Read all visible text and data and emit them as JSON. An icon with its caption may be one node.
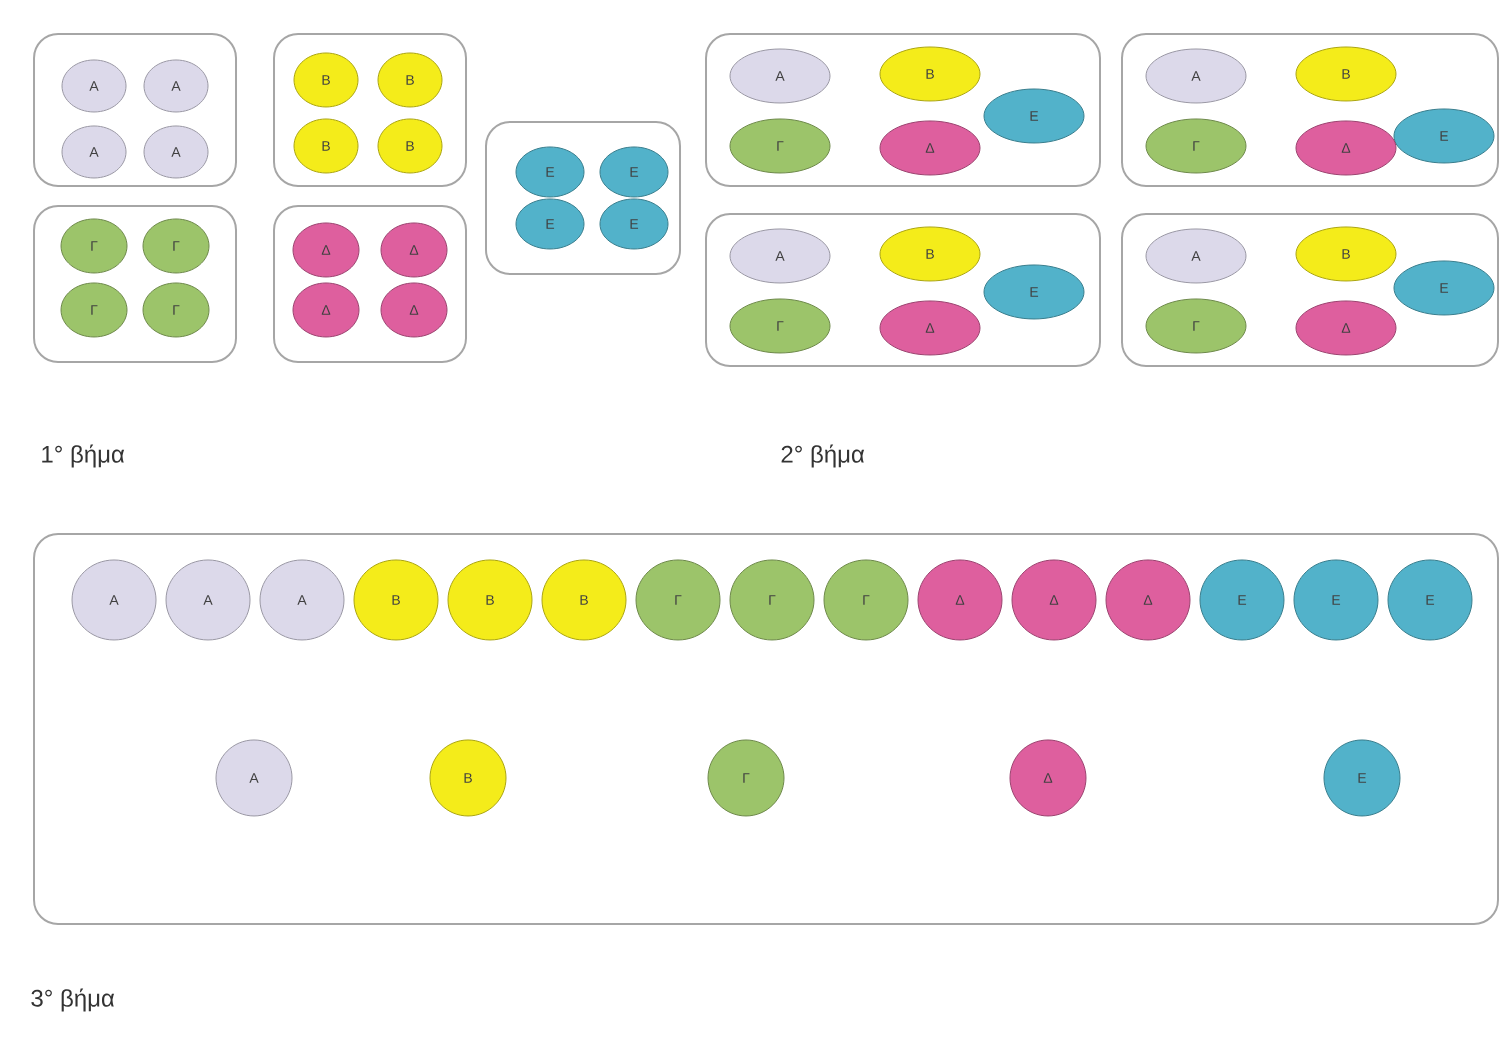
{
  "diagram": {
    "nodes": [
      {
        "text": [],
        "shape": "box"
      },
      {
        "text": [
          "Α"
        ],
        "in": 0
      },
      {
        "text": [
          "Α"
        ],
        "in": 0
      },
      {
        "text": [
          "Α"
        ],
        "in": 0
      },
      {
        "text": [
          "Α"
        ],
        "in": 0
      },
      {
        "text": [],
        "shape": "box"
      },
      {
        "text": [
          "Β"
        ],
        "in": 5
      },
      {
        "text": [
          "Β"
        ],
        "in": 5
      },
      {
        "text": [
          "Β"
        ],
        "in": 5
      },
      {
        "text": [
          "Β"
        ],
        "in": 5
      },
      {
        "text": [],
        "shape": "box"
      },
      {
        "text": [
          "Γ"
        ],
        "in": 10
      },
      {
        "text": [
          "Γ"
        ],
        "in": 10
      },
      {
        "text": [
          "Γ"
        ],
        "in": 10
      },
      {
        "text": [
          "Γ"
        ],
        "in": 10
      },
      {
        "text": [],
        "shape": "box"
      },
      {
        "text": [
          "Δ"
        ],
        "in": 15
      },
      {
        "text": [
          "Δ"
        ],
        "in": 15
      },
      {
        "text": [
          "Δ"
        ],
        "in": 15
      },
      {
        "text": [
          "Δ"
        ],
        "in": 15
      },
      {
        "text": [],
        "shape": "box"
      },
      {
        "text": [
          "Ε"
        ],
        "in": 20
      },
      {
        "text": [
          "Ε"
        ],
        "in": 20
      },
      {
        "text": [
          "Ε"
        ],
        "in": 20
      },
      {
        "text": [
          "Ε"
        ],
        "in": 20
      },
      {
        "text": [],
        "shape": "box"
      },
      {
        "text": [
          "Α"
        ],
        "in": 25
      },
      {
        "text": [
          "Β"
        ],
        "in": 25
      },
      {
        "text": [
          "Ε"
        ],
        "in": 25
      },
      {
        "text": [
          "Γ"
        ],
        "in": 25
      },
      {
        "text": [
          "Δ"
        ],
        "in": 25
      },
      {
        "text": [],
        "shape": "box"
      },
      {
        "text": [
          "Α"
        ],
        "in": 31
      },
      {
        "text": [
          "Β"
        ],
        "in": 31
      },
      {
        "text": [
          "Ε"
        ],
        "in": 31
      },
      {
        "text": [
          "Γ"
        ],
        "in": 31
      },
      {
        "text": [
          "Δ"
        ],
        "in": 31
      },
      {
        "text": [],
        "shape": "box"
      },
      {
        "text": [
          "Α"
        ],
        "in": 37
      },
      {
        "text": [
          "Β"
        ],
        "in": 37
      },
      {
        "text": [
          "Ε"
        ],
        "in": 37
      },
      {
        "text": [
          "Γ"
        ],
        "in": 37
      },
      {
        "text": [
          "Δ"
        ],
        "in": 37
      },
      {
        "text": [],
        "shape": "box"
      },
      {
        "text": [
          "Α"
        ],
        "in": 43
      },
      {
        "text": [
          "Β"
        ],
        "in": 43
      },
      {
        "text": [
          "Ε"
        ],
        "in": 43
      },
      {
        "text": [
          "Γ"
        ],
        "in": 43
      },
      {
        "text": [
          "Δ"
        ],
        "in": 43
      },
      {
        "text": [],
        "shape": "box"
      },
      {
        "text": [
          "Α"
        ],
        "in": 49
      },
      {
        "text": [
          "Α"
        ],
        "in": 49
      },
      {
        "text": [
          "Α"
        ],
        "in": 49
      },
      {
        "text": [
          "Β"
        ],
        "in": 49
      },
      {
        "text": [
          "Β"
        ],
        "in": 49
      },
      {
        "text": [
          "Β"
        ],
        "in": 49
      },
      {
        "text": [
          "Γ"
        ],
        "in": 49
      },
      {
        "text": [
          "Γ"
        ],
        "in": 49
      },
      {
        "text": [
          "Γ"
        ],
        "in": 49
      },
      {
        "text": [
          "Δ"
        ],
        "in": 49
      },
      {
        "text": [
          "Δ"
        ],
        "in": 49
      },
      {
        "text": [
          "Δ"
        ],
        "in": 49
      },
      {
        "text": [
          "Ε"
        ],
        "in": 49
      },
      {
        "text": [
          "Ε"
        ],
        "in": 49
      },
      {
        "text": [
          "Ε"
        ],
        "in": 49
      },
      {
        "text": [
          "Α"
        ],
        "in": 49
      },
      {
        "text": [
          "Β"
        ],
        "in": 49
      },
      {
        "text": [
          "Γ"
        ],
        "in": 49
      },
      {
        "text": [
          "Δ"
        ],
        "in": 49
      },
      {
        "text": [
          "Ε"
        ],
        "in": 49
      }
    ],
    "labels": [
      "1° βήμα",
      "2° βήμα",
      "3° βήμα"
    ]
  }
}
